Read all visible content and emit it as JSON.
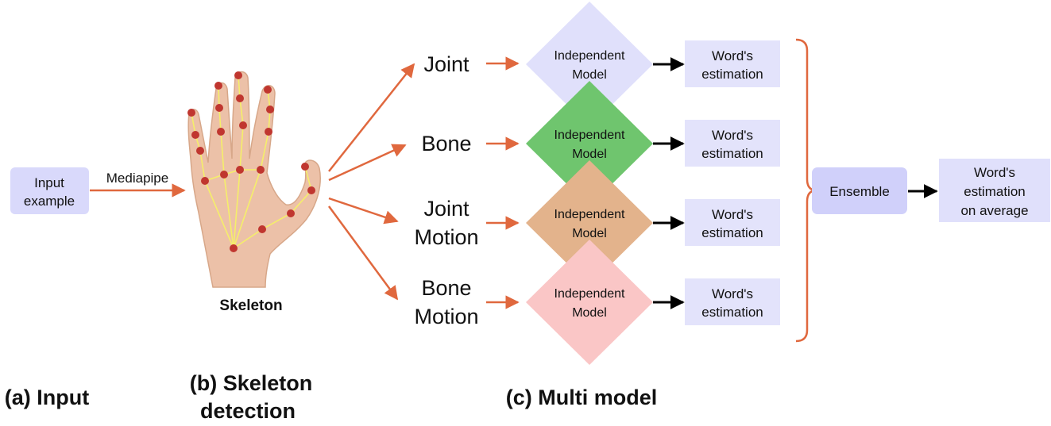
{
  "input": {
    "line1": "Input",
    "line2": "example",
    "fill": "#d9d9fb"
  },
  "mediapipe_label": "Mediapipe",
  "skeleton_label": "Skeleton",
  "streams": [
    {
      "line1": "Joint",
      "line2": ""
    },
    {
      "line1": "Bone",
      "line2": ""
    },
    {
      "line1": "Joint",
      "line2": "Motion"
    },
    {
      "line1": "Bone",
      "line2": "Motion"
    }
  ],
  "models": [
    {
      "line1": "Independent",
      "line2": "Model",
      "fill": "#e0e0fb"
    },
    {
      "line1": "Independent",
      "line2": "Model",
      "fill": "#6fc56e"
    },
    {
      "line1": "Independent",
      "line2": "Model",
      "fill": "#e3b38c"
    },
    {
      "line1": "Independent",
      "line2": "Model",
      "fill": "#fac6c6"
    }
  ],
  "estimations": [
    {
      "line1": "Word's",
      "line2": "estimation"
    },
    {
      "line1": "Word's",
      "line2": "estimation"
    },
    {
      "line1": "Word's",
      "line2": "estimation"
    },
    {
      "line1": "Word's",
      "line2": "estimation"
    }
  ],
  "ensemble": {
    "label": "Ensemble",
    "fill": "#d0d0fa"
  },
  "final_estimation": {
    "line1": "Word's",
    "line2": "estimation",
    "line3": "on average",
    "fill": "#e0e0fb"
  },
  "captions": {
    "a": "(a) Input",
    "b_line1": "(b) Skeleton",
    "b_line2": "detection",
    "c": "(c) Multi model"
  },
  "colors": {
    "arrow_orange": "#e0683e",
    "arrow_black": "#000000",
    "estimation_fill": "#e3e3fb"
  }
}
